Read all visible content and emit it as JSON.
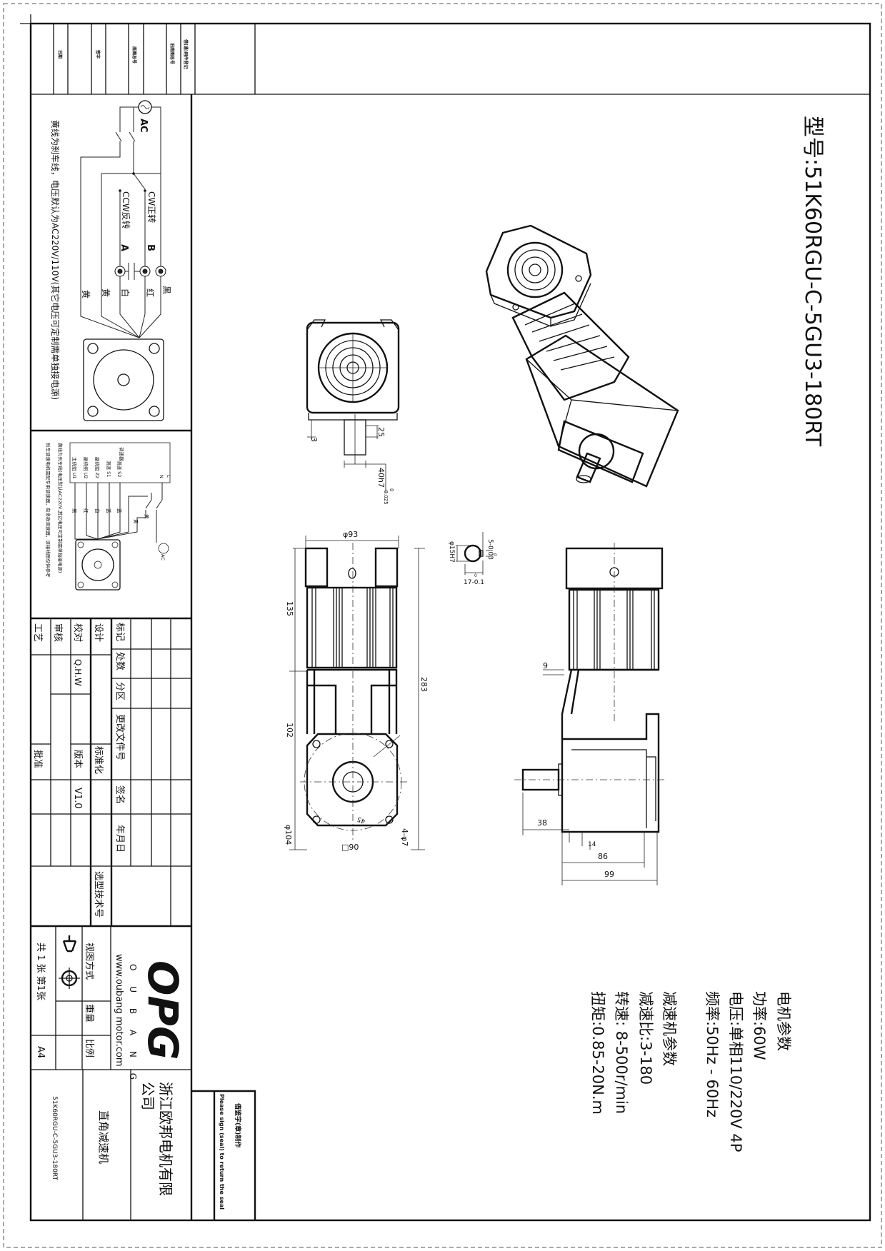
{
  "title": "型号:51K60RGU-C-5GU3-180RT",
  "motor_params": {
    "heading": "电机参数",
    "power": "功率:60W",
    "voltage": "电压:单相110/220V 4P",
    "frequency": "频率:50Hz - 60Hz"
  },
  "reducer_params": {
    "heading": "减速机参数",
    "ratio": "减速比:3-180",
    "speed": "转速: 8-500r/min",
    "torque": "扭矩:0.85-20N.m"
  },
  "header_strip": {
    "date": "日期",
    "signature": "签字",
    "base_drawing_no": "底图总号",
    "old_base_drawing_no": "旧底图总号",
    "borrow_register": "借(通)用件登记"
  },
  "wiring1": {
    "note": "黄线为刹车线，电压默认为AC220V/110V(其它电压可定制需单独接电源)",
    "ac": "AC",
    "cw": "CW正转",
    "ccw": "CCW反转",
    "b": "B",
    "a": "A",
    "black": "黑",
    "red": "红",
    "white": "白",
    "yellow1": "黄",
    "yellow2": "黄"
  },
  "wiring2": {
    "note1": "黄线为刹车线(电压默认AC220V,其它电压可定制需单独接电源)",
    "note2": "刹车调速电机需配专用调速器，有多款调速器，该接线图仅供参考",
    "controller": "调速器",
    "u1": "主绕组 U1",
    "u2": "副绕组 U2",
    "z2": "副绕组 Z2",
    "s1": "测速 S1",
    "s2": "测速 S2",
    "n": "N",
    "l": "L",
    "ac": "AC",
    "black": "黑",
    "red": "红",
    "white": "白",
    "blue1": "蓝",
    "blue2": "蓝",
    "yellow1": "黄",
    "yellow2": "黄"
  },
  "dimensions": {
    "end_3": "3",
    "end_25": "25",
    "shaft_fit": "40h7",
    "shaft_tol_upper": "0",
    "shaft_tol_lower": "-0.025",
    "phi93": "φ93",
    "d135": "135",
    "d102": "102",
    "d283": "283",
    "phi104": "φ104",
    "sq90": "□90",
    "holes": "4-φ7",
    "a45": "45",
    "bore": "φ15H7",
    "key": "5-0.03",
    "key_upper": "0",
    "keyh": "17-0.1",
    "keyh_upper": "0",
    "d9": "9",
    "d38": "38",
    "d14": "14",
    "d86": "86",
    "d99": "99"
  },
  "title_block": {
    "mark": "标记",
    "count": "处数",
    "zone": "分区",
    "change_doc": "更改文件号",
    "sign": "签名",
    "date": "年月日",
    "design": "设计",
    "check": "校对",
    "checker": "Q.H.W",
    "review": "审核",
    "process": "工艺",
    "standard": "标准化",
    "version_label": "版本",
    "version": "V1.0",
    "approve": "批准",
    "selection_no": "选型技术号",
    "view_mode": "视图方式",
    "weight": "重量",
    "scale": "比例",
    "sheets": "共 1 张 第1张",
    "paper": "A4"
  },
  "logo": {
    "brand": "OPG",
    "name": "O U B A N G",
    "website": "www.oubang motor.com"
  },
  "company": {
    "line1": "浙江欧邦电机有限",
    "line2": "公司"
  },
  "product": "直角减速机",
  "model_small": "51K60RGU-C-5GU3-180RT",
  "stamp": {
    "cn": "借鉴字(章)制作",
    "en": "Please sign (seal) to return the seal"
  }
}
